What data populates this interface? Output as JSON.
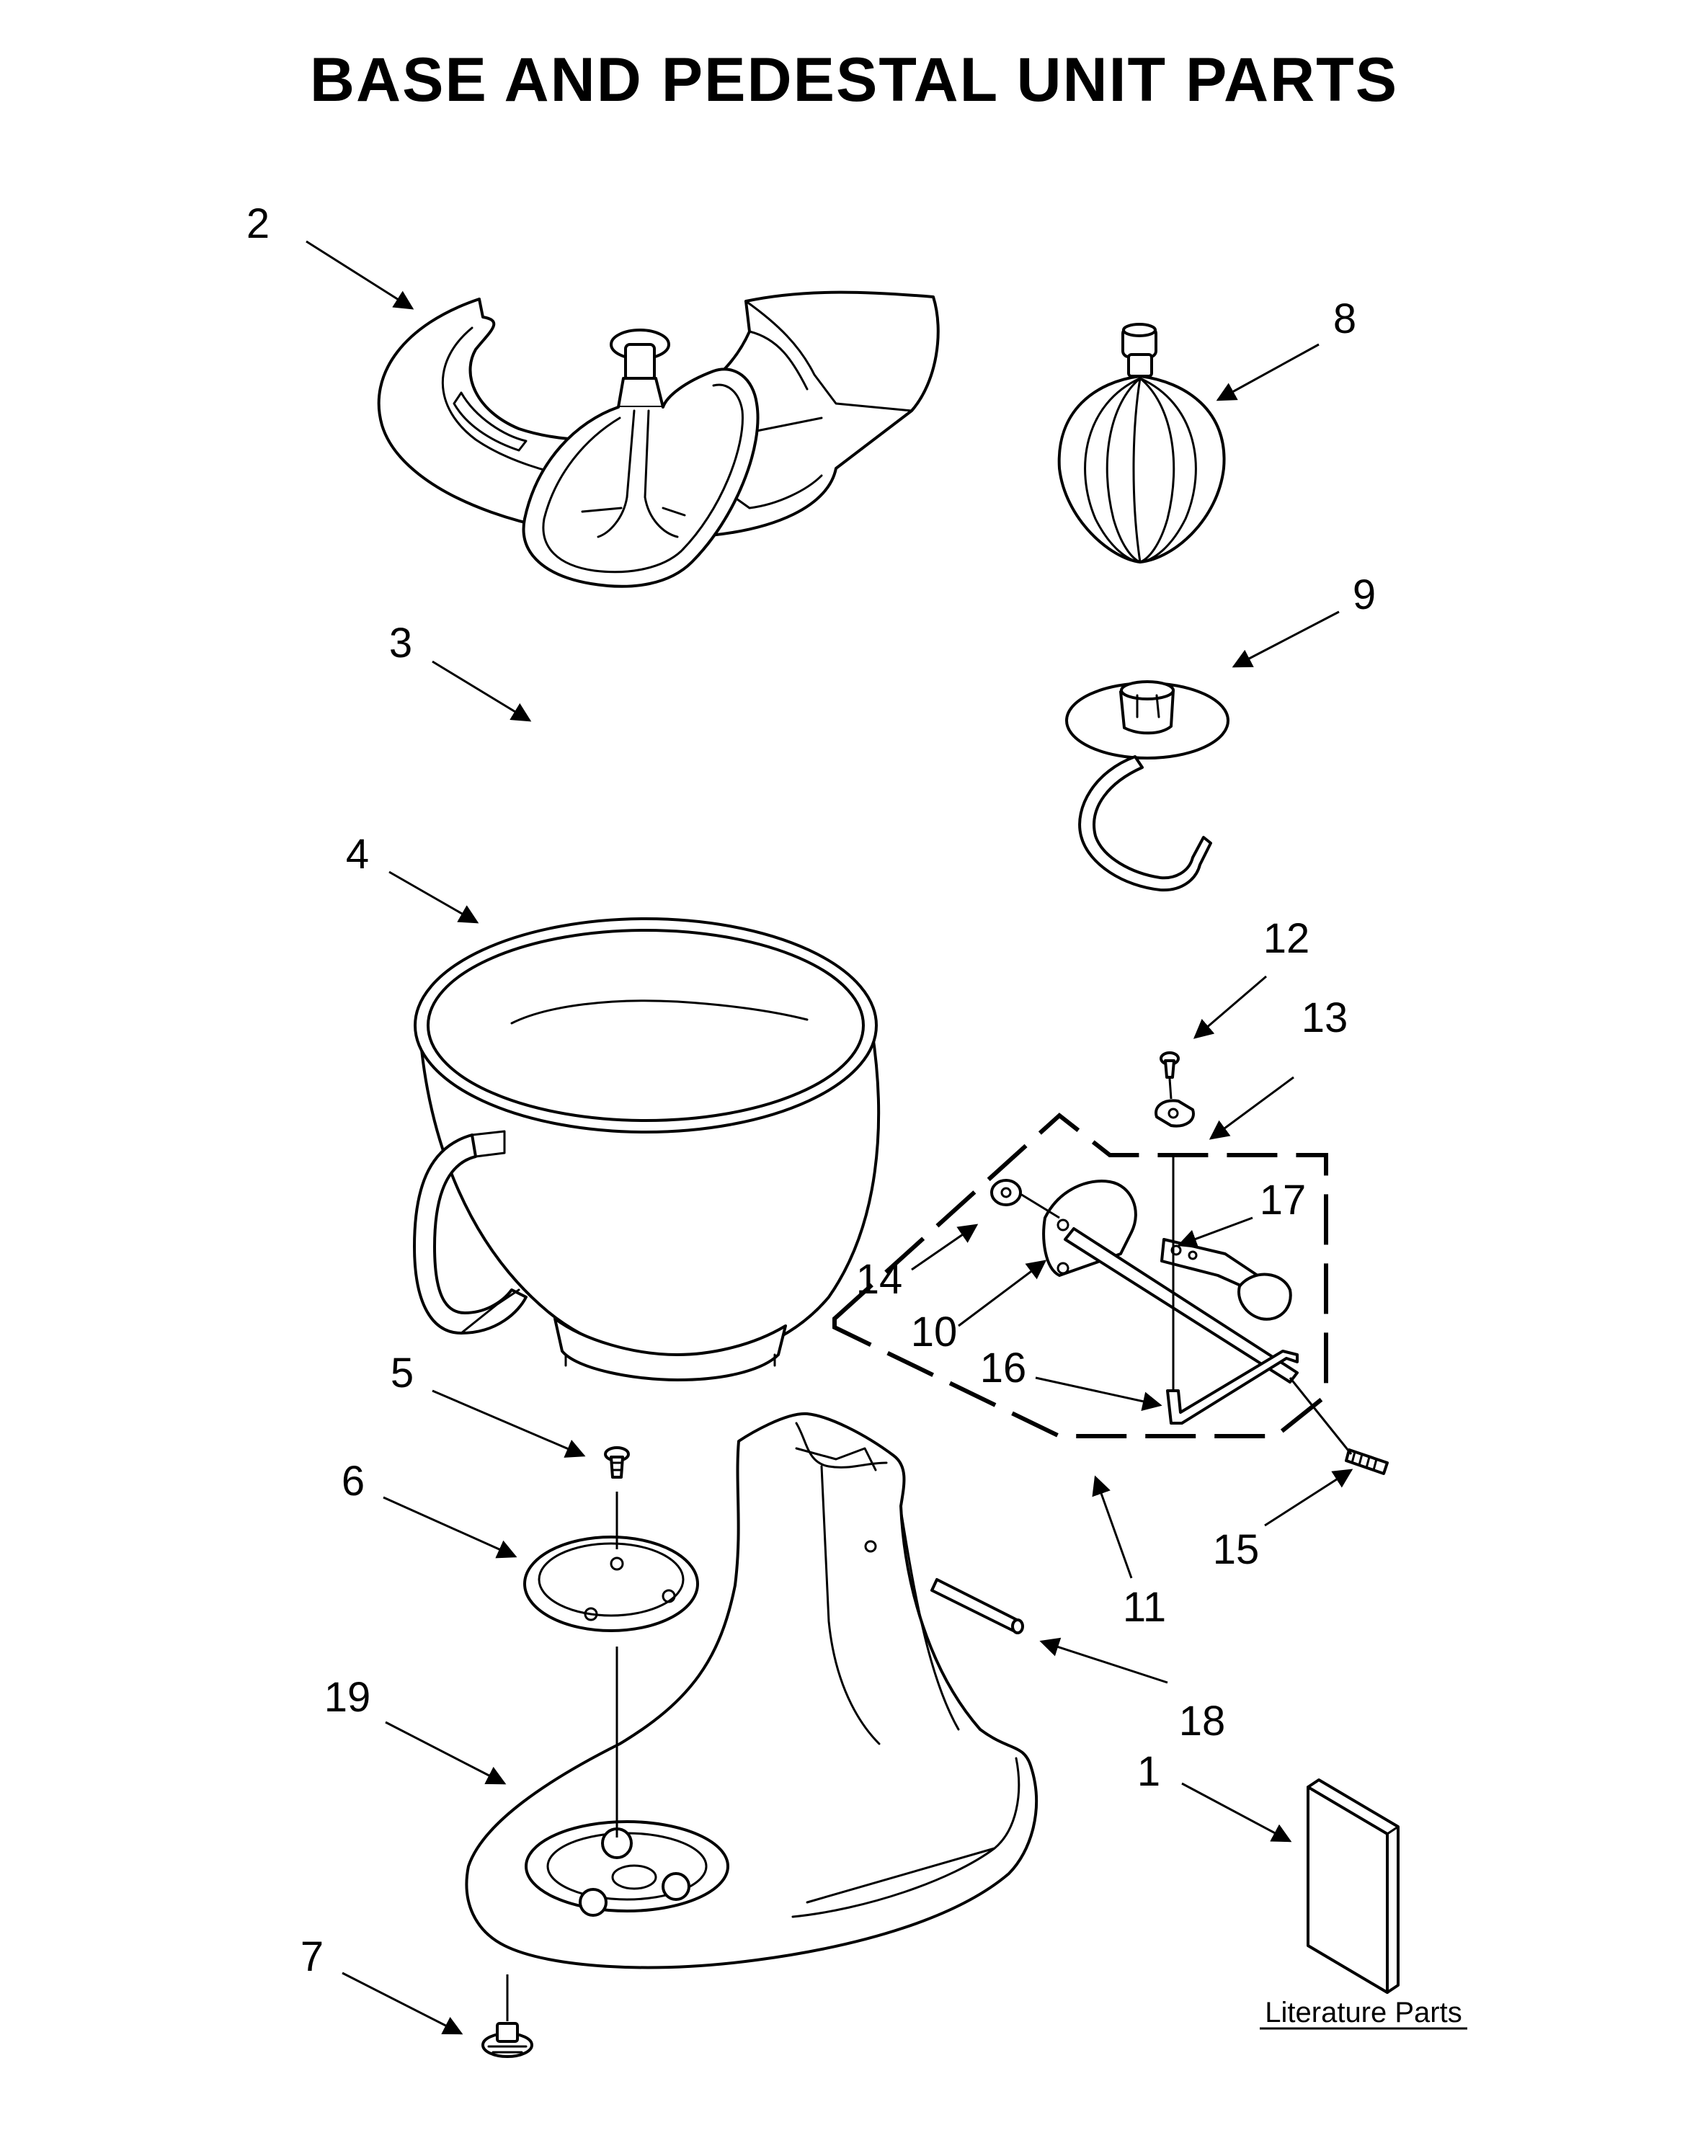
{
  "title": "BASE AND PEDESTAL UNIT PARTS",
  "literature_label": "Literature Parts",
  "callouts": {
    "c1": "1",
    "c2": "2",
    "c3": "3",
    "c4": "4",
    "c5": "5",
    "c6": "6",
    "c7": "7",
    "c8": "8",
    "c9": "9",
    "c10": "10",
    "c11": "11",
    "c12": "12",
    "c13": "13",
    "c14": "14",
    "c15": "15",
    "c16": "16",
    "c17": "17",
    "c18": "18",
    "c19": "19"
  }
}
